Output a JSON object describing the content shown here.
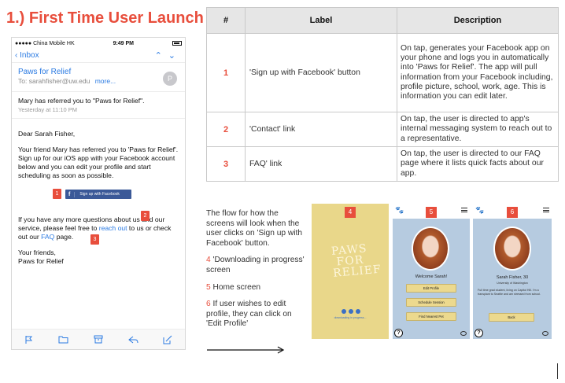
{
  "slide_title": "1.) First Time User Launch",
  "email": {
    "status": {
      "carrier": "●●●●● China Mobile HK",
      "time": "9:49 PM"
    },
    "nav": {
      "back_label": "Inbox"
    },
    "sender": "Paws for Relief",
    "to_label": "To:",
    "to_address": "sarahfisher@uw.edu",
    "more_label": "more...",
    "avatar_letter": "P",
    "subject": "Mary has referred you to \"Paws for Relief\".",
    "date": "Yesterday at 11:10 PM",
    "greeting": "Dear Sarah Fisher,",
    "paragraph1": "Your friend Mary has referred you to 'Paws for Relief'. Sign up for our iOS app with your Facebook account below and you can edit your profile and start scheduling as soon as possible.",
    "fb_button_label": "Sign up with Facebook",
    "fb_button_letter": "f",
    "p2_before": "If you have any more questions about us and our service, please feel free to ",
    "p2_link1": "reach out",
    "p2_middle": " to us or check out our ",
    "p2_link2": "FAQ",
    "p2_end": " page.",
    "signoff1": "Your friends,",
    "signoff2": "Paws for Relief",
    "markers": [
      "1",
      "2",
      "3"
    ]
  },
  "table": {
    "headers": [
      "#",
      "Label",
      "Description"
    ],
    "rows": [
      {
        "num": "1",
        "label": "'Sign up with Facebook' button",
        "desc": "On tap, generates your Facebook app on your phone and logs you in automatically into 'Paws for Relief'. The app will pull information from your Facebook including, profile picture, school, work, age. This is information you can edit later."
      },
      {
        "num": "2",
        "label": "'Contact' link",
        "desc": "On tap, the user is directed to app's internal messaging system to reach out to a representative."
      },
      {
        "num": "3",
        "label": "FAQ' link",
        "desc": "On tap, the user is directed to our FAQ page where it lists quick facts about our app."
      }
    ]
  },
  "flow": {
    "intro": "The flow for how the screens will look when the user clicks on 'Sign up with Facebook' button.",
    "items": [
      {
        "num": "4",
        "text": " 'Downloading in progress' screen"
      },
      {
        "num": "5",
        "text": " Home screen"
      },
      {
        "num": "6",
        "text": " If user wishes to edit profile, they can click on 'Edit Profile'"
      }
    ]
  },
  "screens": {
    "s4": {
      "marker": "4",
      "logo": "PAWS FOR RELIEF",
      "loading": "downloading in progress..."
    },
    "s5": {
      "marker": "5",
      "welcome": "Welcome Sarah!",
      "buttons": [
        "Edit Profile",
        "Schedule Session",
        "Find Nearest Pet"
      ]
    },
    "s6": {
      "marker": "6",
      "name": "Sarah Fisher, 30",
      "university": "University of Washington",
      "bio": "Full time grad student, living on Capitol Hill. I'm a transplant to Seattle and am stressed from school.",
      "back": "Back"
    }
  },
  "icons": {
    "help": "?",
    "paw": "🐾"
  }
}
